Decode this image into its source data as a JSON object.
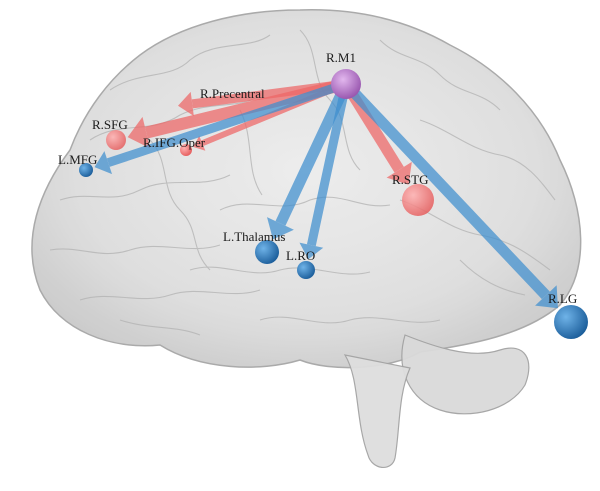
{
  "nodes": [
    {
      "id": "m1",
      "label": "R.M1"
    },
    {
      "id": "precentral",
      "label": "R.Precentral"
    },
    {
      "id": "sfg",
      "label": "R.SFG"
    },
    {
      "id": "ifgoper",
      "label": "R.IFG.Oper"
    },
    {
      "id": "mfg",
      "label": "L.MFG"
    },
    {
      "id": "stg",
      "label": "R.STG"
    },
    {
      "id": "thalamus",
      "label": "L.Thalamus"
    },
    {
      "id": "ro",
      "label": "L.RO"
    },
    {
      "id": "lg",
      "label": "R.LG"
    }
  ],
  "colors": {
    "hub": "#b878c8",
    "excitatory": "#ee6666",
    "inhibitory": "#3f8fcf",
    "brain": "#d4d4d4",
    "brain_outline": "#9e9e9e"
  }
}
